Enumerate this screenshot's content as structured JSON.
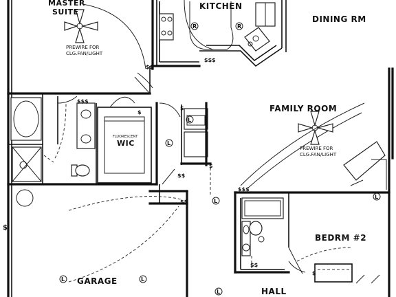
{
  "rooms": {
    "master_suite_line1": "MASTER",
    "master_suite_line2": "SUITE",
    "kitchen": "KITCHEN",
    "dining": "DINING RM",
    "family_room": "FAMILY ROOM",
    "wic": "WIC",
    "bedroom2": "BEDRM #2",
    "garage": "GARAGE",
    "hall": "HALL"
  },
  "notes": {
    "prewire_line1": "PREWIRE FOR",
    "prewire_line2": "CLG.FAN/LIGHT",
    "fluorescent": "FLUORESCENT"
  },
  "symbols": {
    "switch_triple": "$$$",
    "switch_double": "$$",
    "switch_single": "$",
    "light": "L",
    "recessed": "R"
  }
}
